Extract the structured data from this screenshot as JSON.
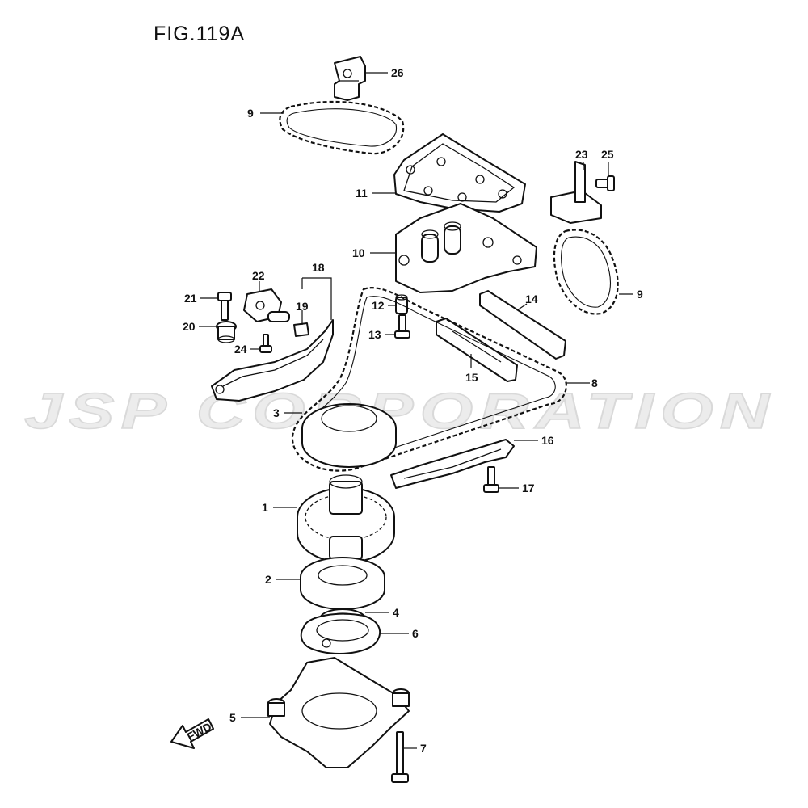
{
  "figure": {
    "title": "FIG.119A"
  },
  "watermark": {
    "text": "JSP CORPORATION",
    "color": "#d9d9d9"
  },
  "fwd_label": "FWD",
  "callouts": [
    {
      "id": "c1",
      "label": "1"
    },
    {
      "id": "c2",
      "label": "2"
    },
    {
      "id": "c3",
      "label": "3"
    },
    {
      "id": "c4",
      "label": "4"
    },
    {
      "id": "c5",
      "label": "5"
    },
    {
      "id": "c6",
      "label": "6"
    },
    {
      "id": "c7",
      "label": "7"
    },
    {
      "id": "c8",
      "label": "8"
    },
    {
      "id": "c9a",
      "label": "9"
    },
    {
      "id": "c9b",
      "label": "9"
    },
    {
      "id": "c10",
      "label": "10"
    },
    {
      "id": "c11",
      "label": "11"
    },
    {
      "id": "c12",
      "label": "12"
    },
    {
      "id": "c13",
      "label": "13"
    },
    {
      "id": "c14",
      "label": "14"
    },
    {
      "id": "c15",
      "label": "15"
    },
    {
      "id": "c16",
      "label": "16"
    },
    {
      "id": "c17",
      "label": "17"
    },
    {
      "id": "c18",
      "label": "18"
    },
    {
      "id": "c19",
      "label": "19"
    },
    {
      "id": "c20",
      "label": "20"
    },
    {
      "id": "c21",
      "label": "21"
    },
    {
      "id": "c22",
      "label": "22"
    },
    {
      "id": "c23",
      "label": "23"
    },
    {
      "id": "c24",
      "label": "24"
    },
    {
      "id": "c25",
      "label": "25"
    },
    {
      "id": "c26",
      "label": "26"
    }
  ]
}
